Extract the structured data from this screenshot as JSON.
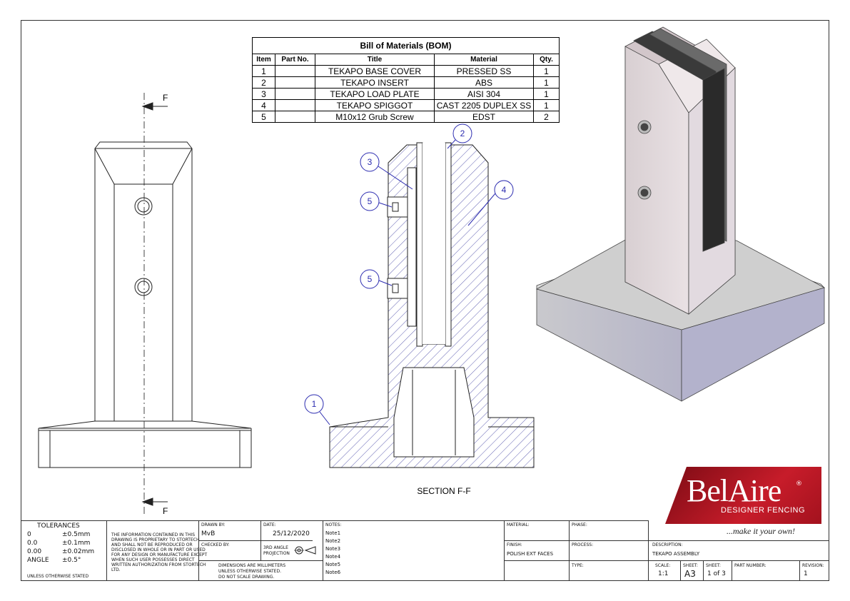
{
  "bom": {
    "title": "Bill of Materials (BOM)",
    "headers": [
      "Item",
      "Part No.",
      "Title",
      "Material",
      "Qty."
    ],
    "rows": [
      {
        "item": "1",
        "part": "",
        "title": "TEKAPO BASE COVER",
        "material": "PRESSED SS",
        "qty": "1"
      },
      {
        "item": "2",
        "part": "",
        "title": "TEKAPO INSERT",
        "material": "ABS",
        "qty": "1"
      },
      {
        "item": "3",
        "part": "",
        "title": "TEKAPO LOAD PLATE",
        "material": "AISI 304",
        "qty": "1"
      },
      {
        "item": "4",
        "part": "",
        "title": "TEKAPO SPIGGOT",
        "material": "CAST 2205 DUPLEX SS",
        "qty": "1"
      },
      {
        "item": "5",
        "part": "",
        "title": "M10x12 Grub Screw",
        "material": "EDST",
        "qty": "2"
      }
    ]
  },
  "views": {
    "section_marker_top": "F",
    "section_marker_bottom": "F",
    "section_label": "SECTION F-F",
    "balloons": [
      "1",
      "2",
      "3",
      "4",
      "5",
      "5"
    ]
  },
  "brand": {
    "name": "BelAire",
    "registered": "®",
    "subtitle": "DESIGNER FENCING",
    "tagline": "...make it your own!"
  },
  "titleblock": {
    "tolerances_title": "TOLERANCES",
    "tolerances": [
      {
        "label": "0",
        "value": "±0.5mm"
      },
      {
        "label": "0.0",
        "value": "±0.1mm"
      },
      {
        "label": "0.00",
        "value": "±0.02mm"
      },
      {
        "label": "ANGLE",
        "value": "±0.5°"
      }
    ],
    "unless": "UNLESS OTHERWISE STATED",
    "confidential": [
      "THE INFORMATION CONTAINED IN THIS",
      "DRAWING IS PROPRIETARY TO STORTECH",
      "AND SHALL NOT BE REPRODUCED OR",
      "DISCLOSED IN WHOLE OR IN PART OR USED",
      "FOR ANY DESIGN OR MANUFACTURE EXCEPT",
      "WHEN SUCH USER POSSESSES DIRECT",
      "WRITTEN AUTHORIZATION FROM STORTECH",
      "LTD."
    ],
    "drawn_by_label": "DRAWN BY:",
    "drawn_by": "MvB",
    "date_label": "DATE:",
    "date": "25/12/2020",
    "checked_by_label": "CHECKED BY:",
    "projection": [
      "3RD ANGLE",
      "PROJECTION"
    ],
    "dimensions_note": [
      "DIMENSIONS ARE MILLIMETERS",
      "UNLESS OTHERWISE STATED.",
      "DO NOT SCALE DRAWING."
    ],
    "notes_label": "NOTES:",
    "notes": [
      "Note1",
      "Note2",
      "Note3",
      "Note4",
      "Note5",
      "Note6"
    ],
    "material_label": "MATERIAL:",
    "finish_label": "FINISH:",
    "finish": "POLISH EXT FACES",
    "process_label": "PROCESS:",
    "phase_label": "PHASE:",
    "type_label": "TYPE:",
    "description_label": "DESCRIPTION:",
    "description": "TEKAPO ASSEMBLY",
    "scale_label": "SCALE:",
    "scale": "1:1",
    "sheet_label": "SHEET:",
    "sheet": "A3",
    "sheet2_label": "SHEET:",
    "sheet2": "1 of 3",
    "part_number_label": "PART NUMBER:",
    "revision_label": "REVISION:",
    "revision": "1"
  }
}
